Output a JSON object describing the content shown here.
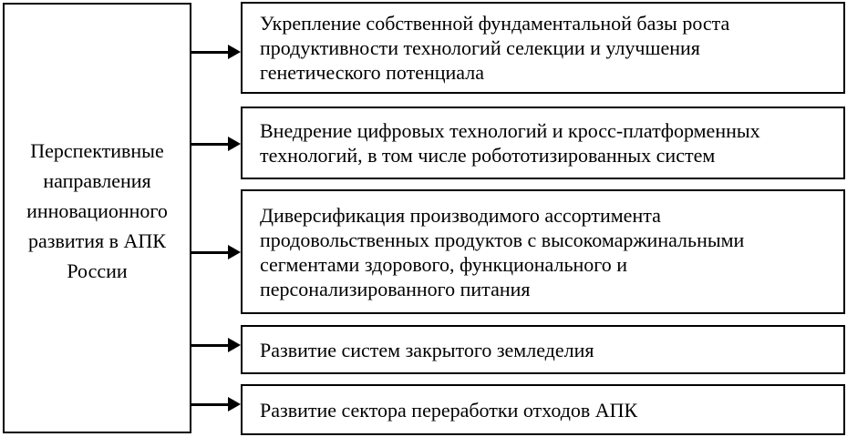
{
  "diagram": {
    "title": "Перспективные направления инновационного развития в АПК России",
    "root": {
      "label": "Перспективные направления инновационного развития в АПК России",
      "lines": [
        "Перспективные",
        "направления",
        "инновационного",
        "развития в АПК",
        "России"
      ]
    },
    "branches": [
      {
        "label": "Укрепление собственной фундаментальной базы роста продуктивности технологий селекции и улучшения генетического потенциала",
        "lines": [
          "Укрепление собственной фундаментальной базы роста",
          "продуктивности технологий селекции и улучшения",
          "генетического потенциала"
        ]
      },
      {
        "label": "Внедрение цифровых технологий и кросс-платформенных технологий, в том числе робототизированных систем",
        "lines": [
          "Внедрение цифровых технологий и кросс-платформенных",
          "технологий, в том числе робототизированных систем"
        ]
      },
      {
        "label": "Диверсификация производимого ассортимента продовольственных продуктов с высокомаржинальными сегментами здорового, функционального и персонализированного питания",
        "lines": [
          "Диверсификация производимого ассортимента",
          "продовольственных продуктов с высокомаржинальными",
          "сегментами здорового, функционального и",
          "персонализированного питания"
        ]
      },
      {
        "label": "Развитие систем закрытого земледелия",
        "lines": [
          "Развитие систем закрытого земледелия"
        ]
      },
      {
        "label": "Развитие сектора переработки отходов АПК",
        "lines": [
          "Развитие сектора переработки отходов АПК"
        ]
      }
    ],
    "colors": {
      "line": "#000000",
      "background": "#ffffff",
      "text": "#000000"
    }
  }
}
